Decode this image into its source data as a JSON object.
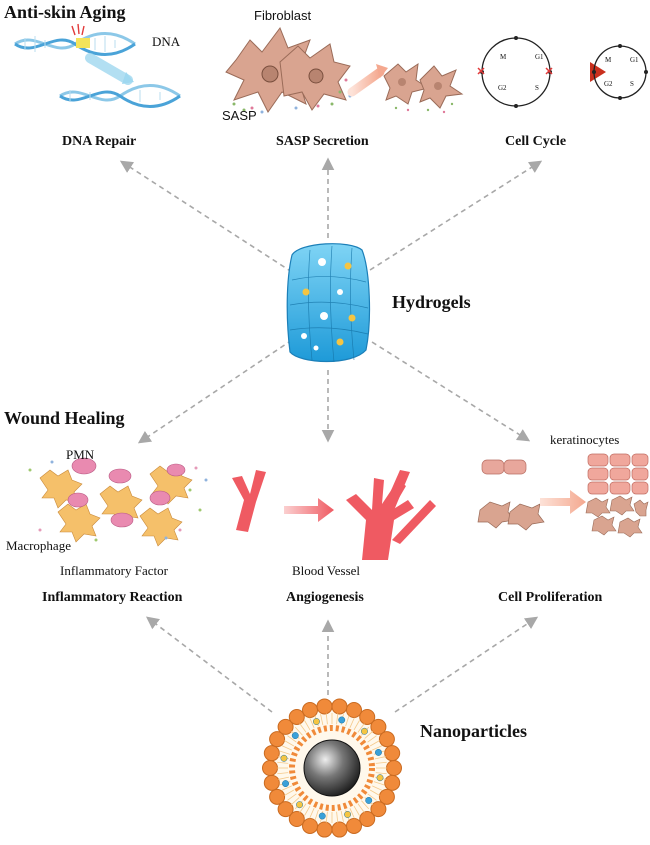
{
  "sections": {
    "anti_aging": "Anti-skin Aging",
    "wound_healing": "Wound Healing"
  },
  "centers": {
    "hydrogels": "Hydrogels",
    "nanoparticles": "Nanoparticles"
  },
  "top_row": {
    "dna_label": "DNA",
    "fibroblast_label": "Fibroblast",
    "sasp_label": "SASP",
    "dna_repair": "DNA Repair",
    "sasp_secretion": "SASP Secretion",
    "cell_cycle": "Cell Cycle",
    "phases": {
      "m": "M",
      "g1": "G1",
      "g2": "G2",
      "s": "S"
    }
  },
  "bottom_row": {
    "pmn": "PMN",
    "macrophage": "Macrophage",
    "inflammatory_factor": "Inflammatory Factor",
    "blood_vessel": "Blood Vessel",
    "keratinocytes": "keratinocytes",
    "inflammatory_reaction": "Inflammatory Reaction",
    "angiogenesis": "Angiogenesis",
    "cell_proliferation": "Cell Proliferation"
  },
  "colors": {
    "arrow": "#a8a8a8",
    "hydrogel": "#36b4e6",
    "vessel": "#ef5a62",
    "cell": "#d9a490",
    "particle": "#f08a3a",
    "core": "#333333",
    "highlight_arrow": "#f6b8a5"
  }
}
